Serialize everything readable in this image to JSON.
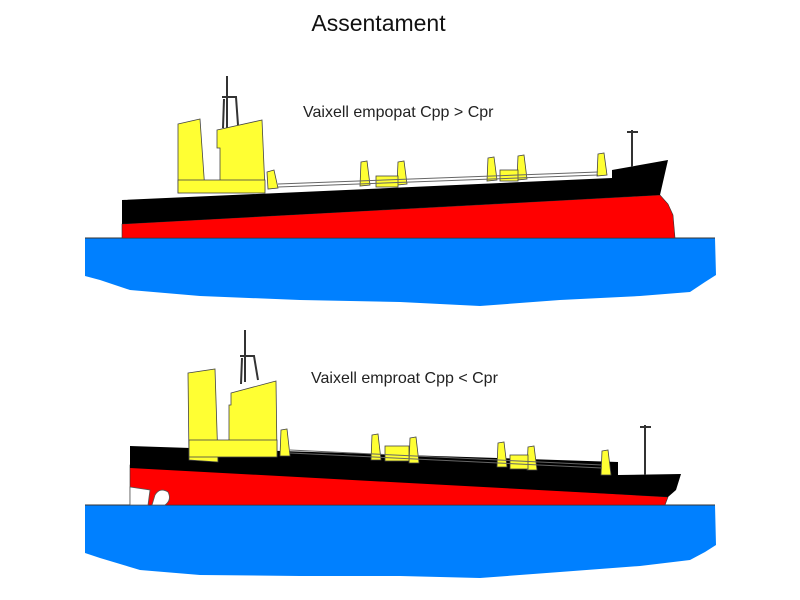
{
  "title": "Assentament",
  "diagrams": [
    {
      "label": "Vaixell empopat Cpp > Cpr"
    },
    {
      "label": "Vaixell emproat Cpp < Cpr"
    }
  ],
  "colors": {
    "water": "#0080ff",
    "hull_bottom": "#ff0000",
    "hull_top": "#000000",
    "superstructure": "#ffff33"
  }
}
